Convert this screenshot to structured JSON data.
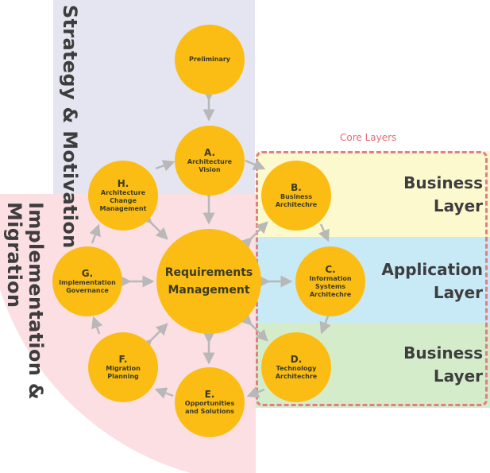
{
  "regions": {
    "strategy": "Strategy & Motivation",
    "implementation": "Implementation & Migration"
  },
  "core": {
    "label": "Core Layers",
    "layers": [
      {
        "id": "business",
        "line1": "Business",
        "line2": "Layer",
        "color": "#fdf9cf"
      },
      {
        "id": "application",
        "line1": "Application",
        "line2": "Layer",
        "color": "#c8e9f6"
      },
      {
        "id": "technology",
        "line1": "Business",
        "line2": "Layer",
        "color": "#d5eccb"
      }
    ]
  },
  "colors": {
    "node": "#fbbd14",
    "arrow": "#b8b8b8",
    "core_border": "#e27d85"
  },
  "nodes": {
    "preliminary": {
      "letter": "",
      "name": "Preliminary"
    },
    "a": {
      "letter": "A.",
      "name": "Architecture Vision"
    },
    "b": {
      "letter": "B.",
      "name": "Business Architechre"
    },
    "c": {
      "letter": "C.",
      "name": "Information Systems Architechre"
    },
    "d": {
      "letter": "D.",
      "name": "Technology Architechre"
    },
    "e": {
      "letter": "E.",
      "name": "Opportunities and Solutions"
    },
    "f": {
      "letter": "F.",
      "name": "Migration Planning"
    },
    "g": {
      "letter": "G.",
      "name": "Implementation Governance"
    },
    "h": {
      "letter": "H.",
      "name": "Architecture Change Management"
    },
    "req": {
      "letter": "",
      "name": "Requirements Management"
    }
  }
}
